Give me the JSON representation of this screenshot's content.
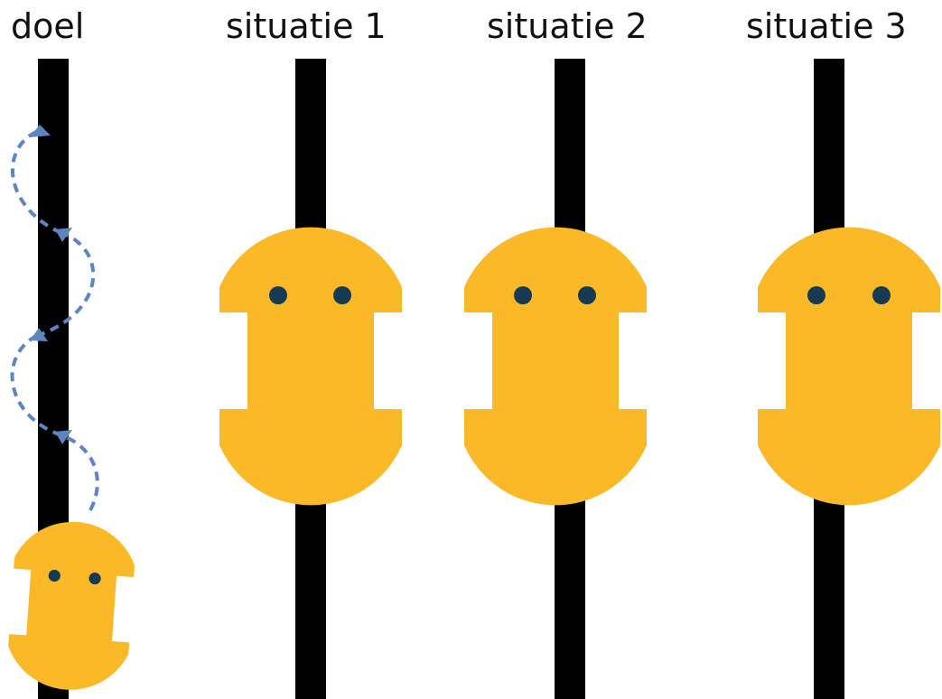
{
  "labels": {
    "goal": "doel",
    "situation_1": "situatie 1",
    "situation_2": "situatie 2",
    "situation_3": "situatie 3"
  },
  "colors": {
    "line": "#000000",
    "robot": "#FBB827",
    "eye": "#163A52",
    "path": "#5B86C2"
  }
}
